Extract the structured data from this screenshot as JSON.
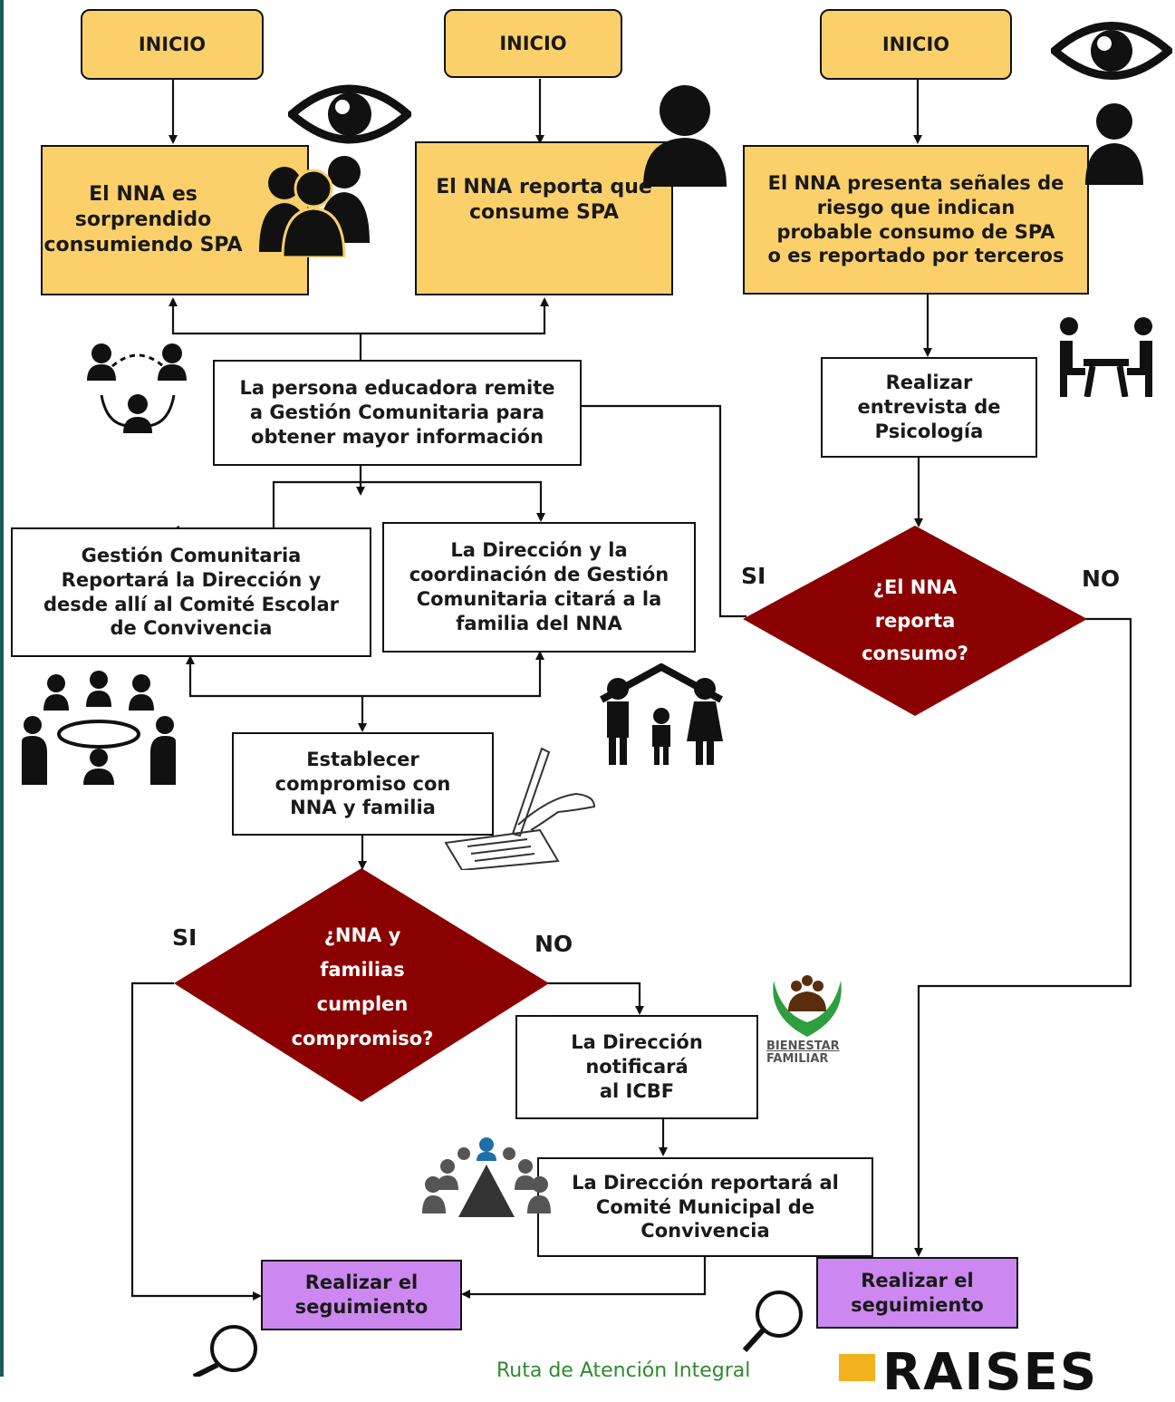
{
  "start_labels": {
    "left": "INICIO",
    "middle": "INICIO",
    "right": "INICIO"
  },
  "boxes": {
    "surprised": [
      "El NNA es",
      "sorprendido",
      "consumiendo SPA"
    ],
    "reports": [
      "El NNA reporta que",
      "consume SPA"
    ],
    "risk": [
      "El NNA presenta señales de",
      "riesgo que indican",
      "probable consumo de SPA",
      "o es reportado por terceros"
    ],
    "educator": [
      "La persona educadora remite",
      "a Gestión Comunitaria para",
      "obtener mayor información"
    ],
    "interview": [
      "Realizar",
      "entrevista de",
      "Psicología"
    ],
    "gestion": [
      "Gestión Comunitaria",
      "Reportará la Dirección y",
      "desde allí al Comité  Escolar",
      "de Convivencia"
    ],
    "direccion": [
      "La Dirección y la",
      "coordinación de Gestión",
      "Comunitaria citará a la",
      "familia del NNA"
    ],
    "compromiso": [
      "Establecer",
      "compromiso con",
      "NNA y familia"
    ],
    "icbf": [
      "La Dirección",
      "notificará",
      "al ICBF"
    ],
    "municipal": [
      "La Dirección reportará al",
      "Comité Municipal de",
      "Convivencia"
    ],
    "followup_left": [
      "Realizar el",
      "seguimiento"
    ],
    "followup_right": [
      "Realizar el",
      "seguimiento"
    ]
  },
  "decisions": {
    "reporta": [
      "¿El NNA",
      "reporta",
      "consumo?"
    ],
    "cumplen": [
      "¿NNA y",
      "familias",
      "cumplen",
      "compromiso?"
    ]
  },
  "branch_labels": {
    "reporta_yes": "SI",
    "reporta_no": "NO",
    "cumplen_yes": "SI",
    "cumplen_no": "NO"
  },
  "logo": {
    "line1": "BIENESTAR",
    "line2": "FAMILIAR"
  },
  "footer": {
    "text": "Ruta de Atención Integral",
    "brand": "RAISES"
  },
  "colors": {
    "yellow": "#fbd06a",
    "decision": "#8b0000",
    "purple": "#cc88f0",
    "edge": "#1e5a5a"
  },
  "icons": [
    "eye-icon",
    "group-icon",
    "person-icon",
    "eye-icon",
    "person-icon",
    "network-icon",
    "interview-icon",
    "meeting-icon",
    "family-icon",
    "signing-icon",
    "icbf-logo-icon",
    "assembly-icon",
    "magnifier-icon",
    "magnifier-icon"
  ]
}
